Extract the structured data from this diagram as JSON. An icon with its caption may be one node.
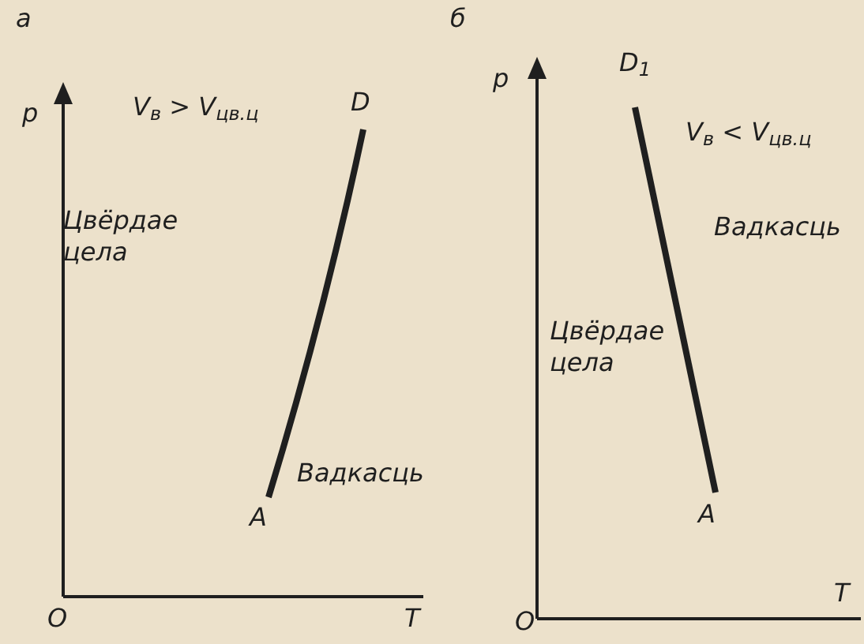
{
  "diagram": {
    "labels": [
      "а",
      "б",
      "D$_{1}$",
      "p",
      "D",
      "V$_{в}$ > V$_{цв.ц}$",
      "p",
      "V$_{в}$ < V$_{цв.ц}$",
      "Цвёрдае цела",
      "Вадкасць",
      "Цвёрдае цела",
      "Вадкасць",
      "A",
      "A",
      "O",
      "T",
      "O",
      "T"
    ]
  }
}
